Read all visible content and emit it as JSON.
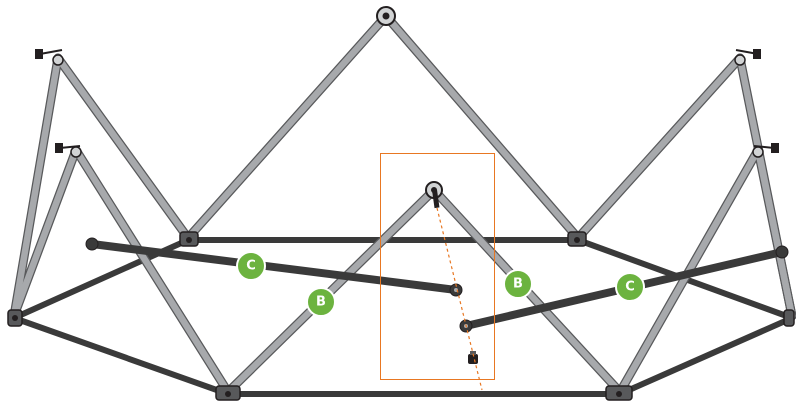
{
  "colors": {
    "pole_gray": "#a7a9ac",
    "pole_outline": "#58595b",
    "base_dark": "#3a3a3a",
    "joint_dark": "#231f20",
    "highlight_box": "#e87722",
    "badge_green": "#6cb33f",
    "badge_text": "#ffffff"
  },
  "labels": {
    "callout_b_left": "B",
    "callout_b_right": "B",
    "callout_c_left": "C",
    "callout_c_right": "C"
  }
}
